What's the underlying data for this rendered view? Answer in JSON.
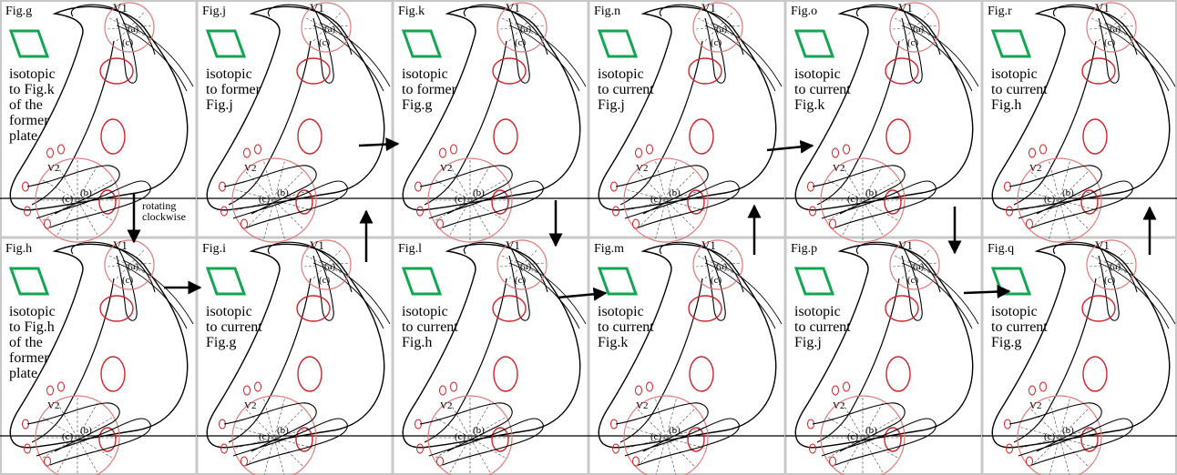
{
  "colors": {
    "green": "#12a650",
    "red": "#d2232a",
    "pink": "#e07a7a",
    "grid": "#c8c8c8",
    "curve": "#000000"
  },
  "annotation": {
    "line1": "rotating",
    "line2": "clockwise"
  },
  "panels": [
    {
      "id": "g",
      "label": "Fig.g",
      "note": [
        "isotopic",
        "to Fig.k",
        "of the",
        "former",
        "plate"
      ],
      "v_label": "V1",
      "mark_a": "(a)",
      "mark_b": "(b)",
      "mark_c": "(c)",
      "v2": "V2"
    },
    {
      "id": "j",
      "label": "Fig.j",
      "note": [
        "isotopic",
        "to former",
        "Fig.j"
      ],
      "v_label": "V1",
      "mark_a": "(a)",
      "mark_b": "(b)",
      "mark_c": "(c)",
      "v2": "V2"
    },
    {
      "id": "k",
      "label": "Fig.k",
      "note": [
        "isotopic",
        "to former",
        "Fig.g"
      ],
      "v_label": "V1",
      "mark_a": "(a)",
      "mark_b": "(b)",
      "mark_c": "(c)",
      "v2": "V2"
    },
    {
      "id": "n",
      "label": "Fig.n",
      "note": [
        "isotopic",
        "to current",
        "Fig.j"
      ],
      "v_label": "V1",
      "mark_a": "(a)",
      "mark_b": "(b)",
      "mark_c": "(c)",
      "v2": "V2"
    },
    {
      "id": "o",
      "label": "Fig.o",
      "note": [
        "isotopic",
        "to current",
        "Fig.k"
      ],
      "v_label": "V1",
      "mark_a": "(a)",
      "mark_b": "(b)",
      "mark_c": "(c)",
      "v2": "V2"
    },
    {
      "id": "r",
      "label": "Fig.r",
      "note": [
        "isotopic",
        "to current",
        "Fig.h"
      ],
      "v_label": "V1",
      "mark_a": "(a)",
      "mark_b": "(b)",
      "mark_c": "(c)",
      "v2": "V2"
    },
    {
      "id": "h",
      "label": "Fig.h",
      "note": [
        "isotopic",
        "to Fig.h",
        "of the",
        "former",
        "plate"
      ],
      "v_label": "V1",
      "mark_a": "(a)",
      "mark_b": "(b)",
      "mark_c": "(c)",
      "v2": "V2"
    },
    {
      "id": "i",
      "label": "Fig.i",
      "note": [
        "isotopic",
        "to current",
        "Fig.g"
      ],
      "v_label": "V1",
      "mark_a": "(a)",
      "mark_b": "(b)",
      "mark_c": "(c)",
      "v2": "V2"
    },
    {
      "id": "l",
      "label": "Fig.l",
      "note": [
        "isotopic",
        "to current",
        "Fig.h"
      ],
      "v_label": "V1",
      "mark_a": "(a)",
      "mark_b": "(b)",
      "mark_c": "(c)",
      "v2": "V2"
    },
    {
      "id": "m",
      "label": "Fig.m",
      "note": [
        "isotopic",
        "to current",
        "Fig.k"
      ],
      "v_label": "V1",
      "mark_a": "(a)",
      "mark_b": "(b)",
      "mark_c": "(c)",
      "v2": "V2"
    },
    {
      "id": "p",
      "label": "Fig.p",
      "note": [
        "isotopic",
        "to current",
        "Fig.j"
      ],
      "v_label": "V1",
      "mark_a": "(a)",
      "mark_b": "(b)",
      "mark_c": "(c)",
      "v2": "V2"
    },
    {
      "id": "q",
      "label": "Fig.q",
      "note": [
        "isotopic",
        "to current",
        "Fig.g"
      ],
      "v_label": "V1",
      "mark_a": "(a)",
      "mark_b": "(b)",
      "mark_c": "(c)",
      "v2": "V2"
    }
  ]
}
